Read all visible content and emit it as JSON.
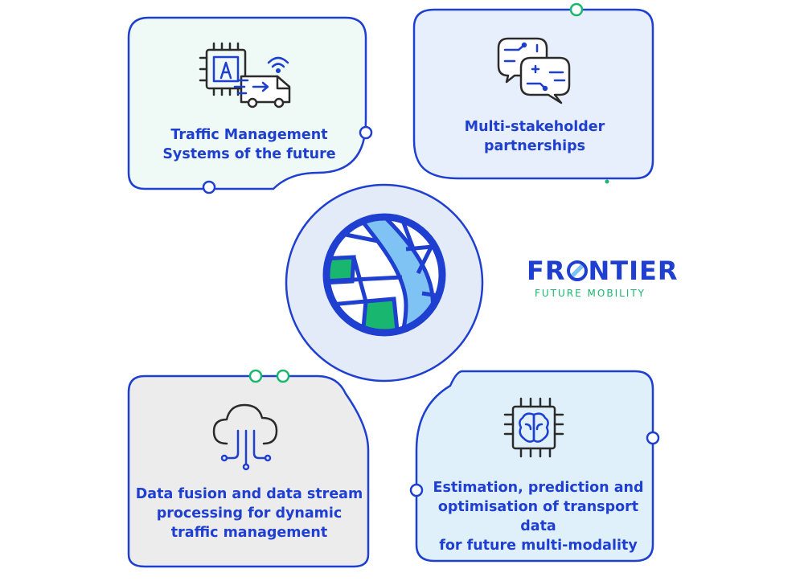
{
  "nodes": [
    {
      "id": "traffic-management",
      "lines": [
        "Traffic Management",
        "Systems of the future"
      ],
      "icon": "traffic-chip-truck-icon"
    },
    {
      "id": "partnerships",
      "lines": [
        "Multi-stakeholder",
        "partnerships"
      ],
      "icon": "chat-circuit-icon"
    },
    {
      "id": "data-fusion",
      "lines": [
        "Data fusion and data stream",
        "processing for dynamic",
        "traffic management"
      ],
      "icon": "cloud-data-icon"
    },
    {
      "id": "estimation",
      "lines": [
        "Estimation, prediction and",
        "optimisation of transport data",
        "for future multi-modality"
      ],
      "icon": "brain-chip-icon"
    }
  ],
  "center": {
    "icon": "globe-map-icon"
  },
  "brand": {
    "name_part1": "FR",
    "name_part2": "NTIER",
    "subtitle": "FUTURE MOBILITY"
  },
  "colors": {
    "blue": "#1f3fd0",
    "green": "#19b66f",
    "light_blue": "#7ec3f4",
    "card1": "#effaf7",
    "card2": "#e8effc",
    "card3": "#ececec",
    "card4": "#dff0fb"
  }
}
